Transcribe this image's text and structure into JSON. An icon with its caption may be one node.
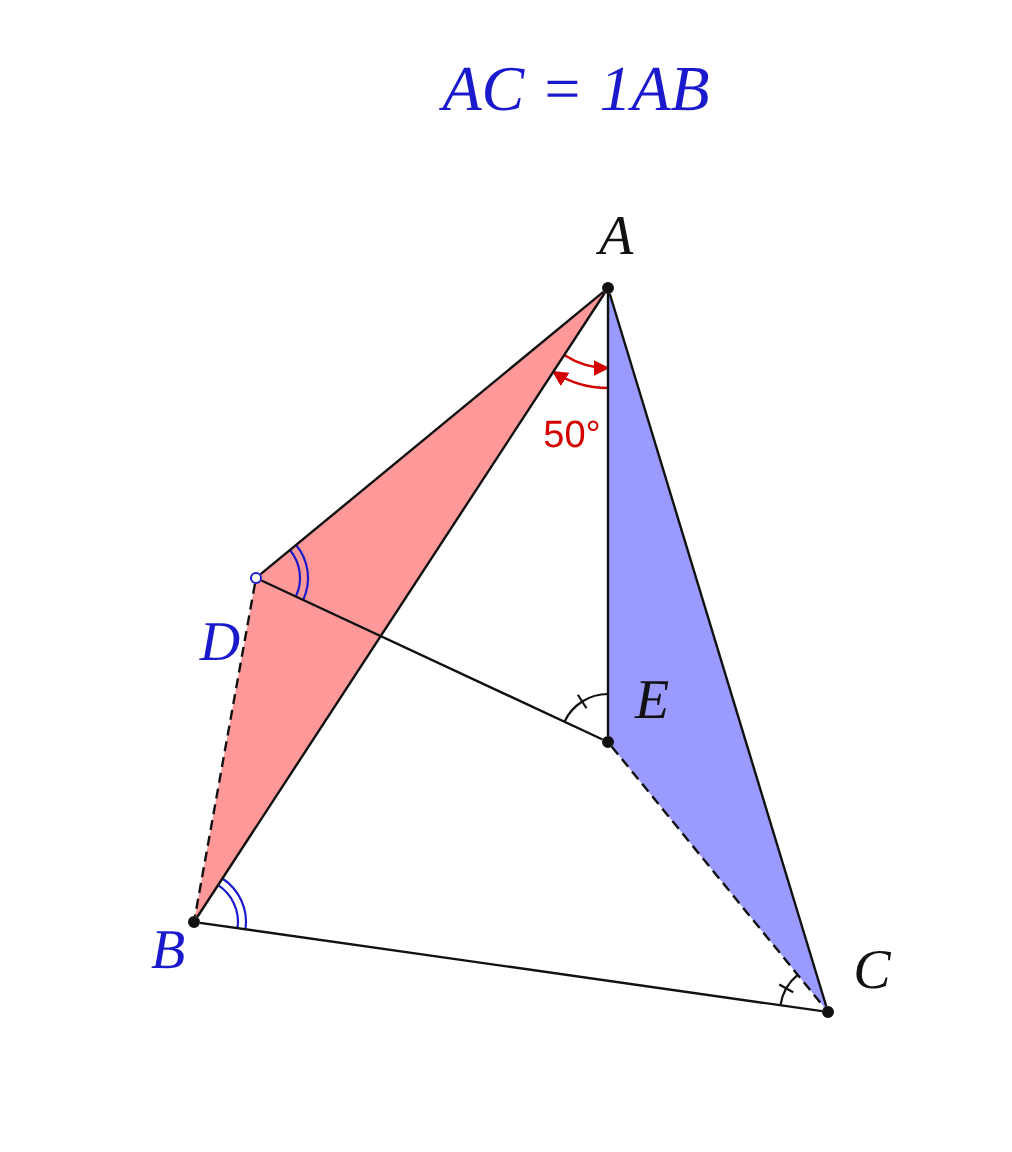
{
  "diagram": {
    "title": "AC = 1AB",
    "nodes": [
      {
        "text": [],
        "shape": "circle",
        "beside": [
          "A"
        ]
      },
      {
        "text": [],
        "shape": "circle",
        "beside": [
          "D"
        ]
      },
      {
        "text": [],
        "shape": "circle",
        "beside": [
          "E"
        ]
      },
      {
        "text": [],
        "shape": "circle",
        "beside": [
          "B"
        ]
      },
      {
        "text": [],
        "shape": "circle",
        "beside": [
          "C"
        ]
      }
    ],
    "edges": [
      {
        "from": 0,
        "to": 1,
        "arrow": "none"
      },
      {
        "from": 0,
        "to": 3,
        "arrow": "none"
      },
      {
        "from": 1,
        "to": 3,
        "arrow": "none",
        "style": "dashed"
      },
      {
        "from": 1,
        "to": 2,
        "arrow": "none"
      },
      {
        "from": 0,
        "to": 2,
        "arrow": "none"
      },
      {
        "from": 0,
        "to": 4,
        "arrow": "none"
      },
      {
        "from": 2,
        "to": 4,
        "arrow": "none",
        "style": "dashed"
      },
      {
        "from": 3,
        "to": 4,
        "arrow": "none"
      }
    ],
    "labels": [
      "50°"
    ]
  }
}
